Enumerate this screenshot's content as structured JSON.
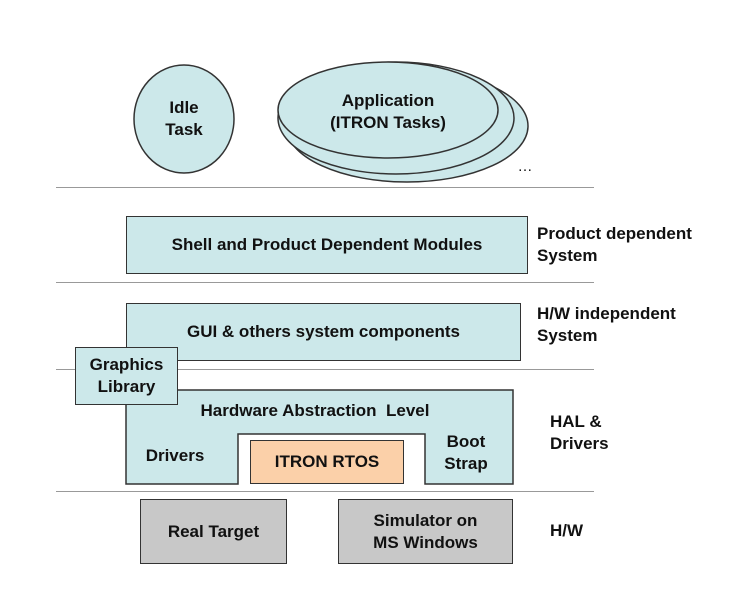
{
  "colors": {
    "teal_fill": "#cce8ea",
    "rtos_fill": "#fbd0a9",
    "gray_fill": "#c8c8c8",
    "outline": "#333333",
    "separator": "#999999",
    "text": "#111111"
  },
  "tasks": {
    "idle_line1": "Idle",
    "idle_line2": "Task",
    "app_line1": "Application",
    "app_line2": "(ITRON Tasks)",
    "ellipsis": "…"
  },
  "layers": {
    "product": {
      "box_label": "Shell and Product Dependent Modules",
      "side_line1": "Product dependent",
      "side_line2": "System"
    },
    "hw_independent": {
      "box_label": "GUI & others system components",
      "side_line1": "H/W independent",
      "side_line2": "System"
    },
    "graphics": {
      "line1": "Graphics",
      "line2": "Library"
    },
    "hal": {
      "title": "Hardware Abstraction  Level",
      "drivers": "Drivers",
      "rtos": "ITRON RTOS",
      "boot_line1": "Boot",
      "boot_line2": "Strap",
      "side_line1": "HAL &",
      "side_line2": "Drivers"
    },
    "hw": {
      "real_target": "Real Target",
      "sim_line1": "Simulator on",
      "sim_line2": "MS Windows",
      "side_label": "H/W"
    }
  }
}
